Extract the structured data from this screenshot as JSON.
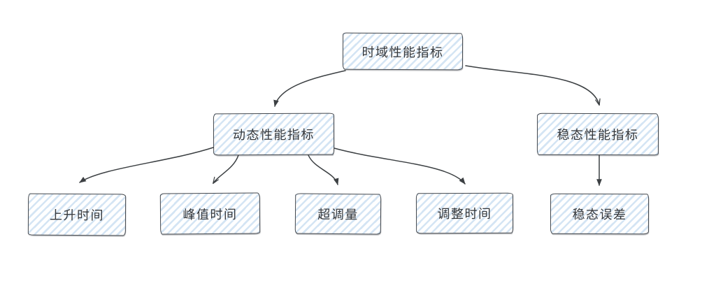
{
  "diagram": {
    "type": "tree",
    "style": "hand-drawn-sketch",
    "nodes": {
      "root": {
        "label": "时域性能指标"
      },
      "dynamic": {
        "label": "动态性能指标"
      },
      "steady": {
        "label": "稳态性能指标"
      },
      "rise_time": {
        "label": "上升时间"
      },
      "peak_time": {
        "label": "峰值时间"
      },
      "overshoot": {
        "label": "超调量"
      },
      "settling_time": {
        "label": "调整时间"
      },
      "steady_state_error": {
        "label": "稳态误差"
      }
    },
    "edges": [
      {
        "from": "时域性能指标",
        "to": "动态性能指标",
        "arrowhead": "filled"
      },
      {
        "from": "时域性能指标",
        "to": "稳态性能指标",
        "arrowhead": "open"
      },
      {
        "from": "动态性能指标",
        "to": "上升时间",
        "arrowhead": "filled"
      },
      {
        "from": "动态性能指标",
        "to": "峰值时间",
        "arrowhead": "open"
      },
      {
        "from": "动态性能指标",
        "to": "超调量",
        "arrowhead": "filled"
      },
      {
        "from": "动态性能指标",
        "to": "调整时间",
        "arrowhead": "filled"
      },
      {
        "from": "稳态性能指标",
        "to": "稳态误差",
        "arrowhead": "filled"
      }
    ],
    "colors": {
      "background": "#ffffff",
      "node_fill_hatch": "#a6c8e9",
      "node_stroke": "#41464c",
      "text": "#35383c",
      "edge_stroke": "#3c4043"
    }
  }
}
